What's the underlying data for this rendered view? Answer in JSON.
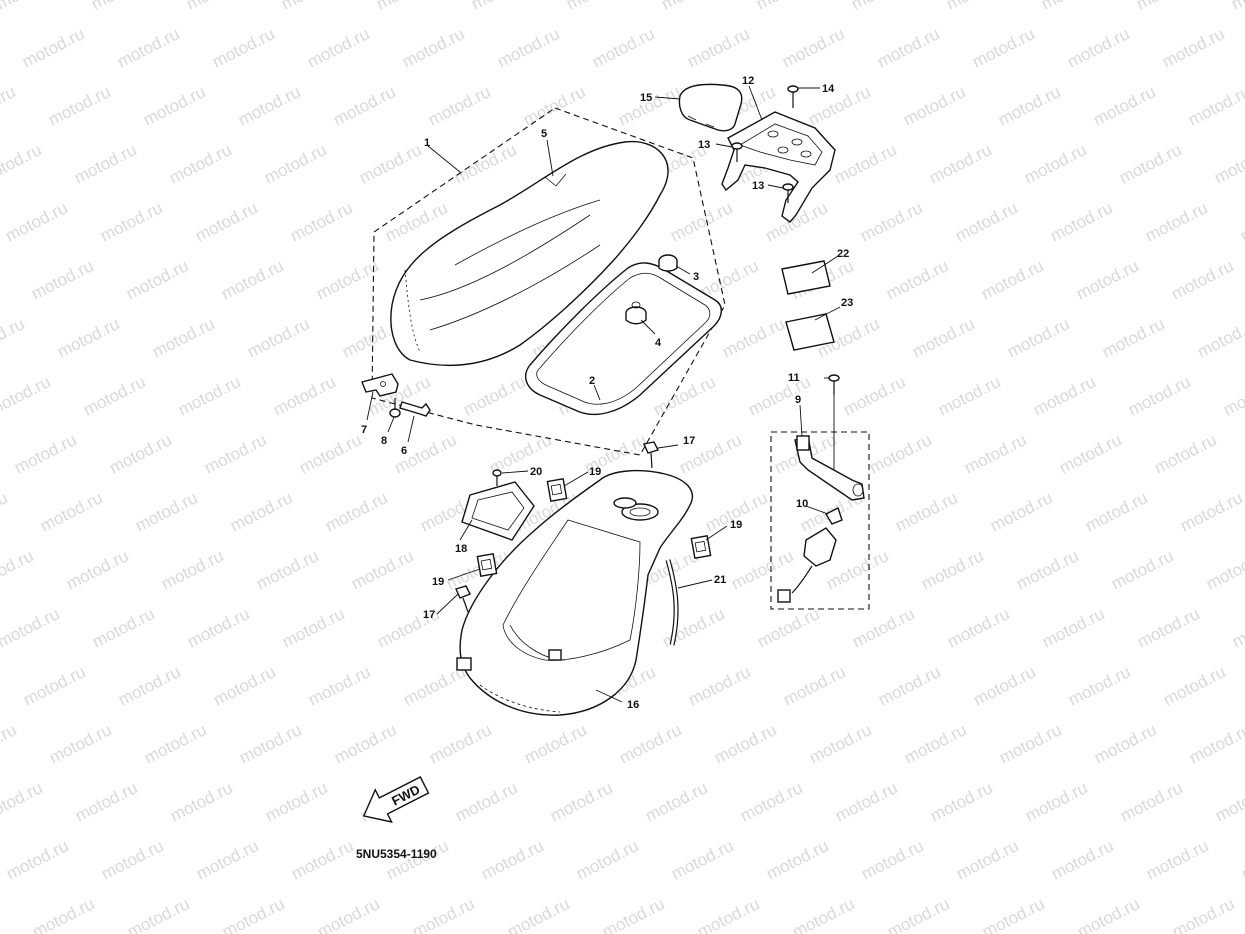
{
  "watermark": {
    "text": "motod.ru",
    "color": "#d9d9d9"
  },
  "diagram": {
    "code": "5NU5354-1190",
    "fwd_label": "FWD",
    "callouts": {
      "c1": "1",
      "c2": "2",
      "c3": "3",
      "c4": "4",
      "c5": "5",
      "c6": "6",
      "c7": "7",
      "c8": "8",
      "c9": "9",
      "c10": "10",
      "c11": "11",
      "c12": "12",
      "c13a": "13",
      "c13b": "13",
      "c14": "14",
      "c15": "15",
      "c16": "16",
      "c17a": "17",
      "c17b": "17",
      "c18": "18",
      "c19a": "19",
      "c19b": "19",
      "c19c": "19",
      "c20": "20",
      "c21": "21",
      "c22": "22",
      "c23": "23"
    }
  }
}
